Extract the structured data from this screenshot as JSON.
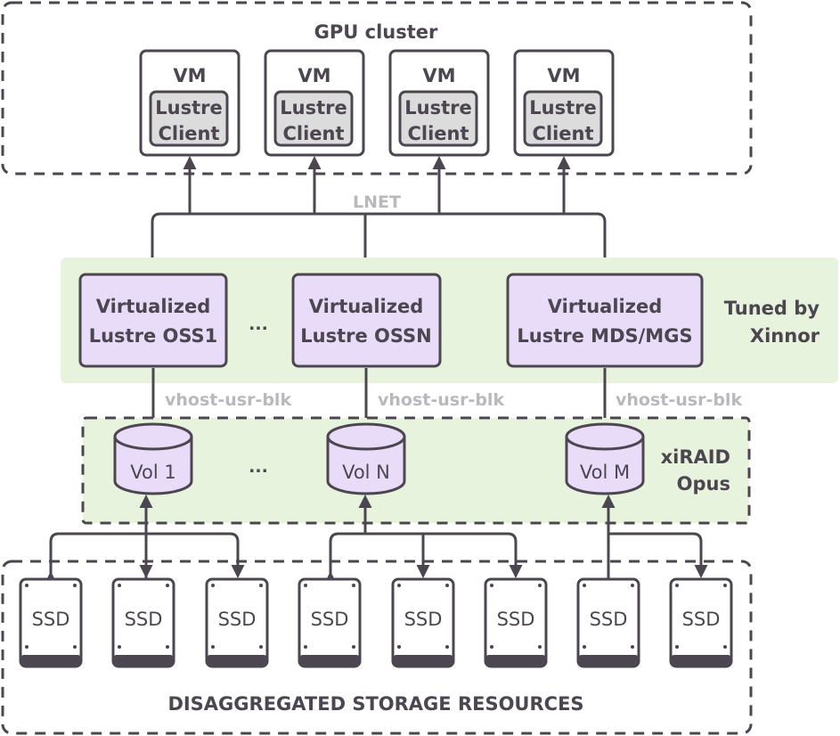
{
  "gpu_cluster": {
    "title": "GPU cluster",
    "vms": [
      {
        "vm_label": "VM",
        "client_line1": "Lustre",
        "client_line2": "Client"
      },
      {
        "vm_label": "VM",
        "client_line1": "Lustre",
        "client_line2": "Client"
      },
      {
        "vm_label": "VM",
        "client_line1": "Lustre",
        "client_line2": "Client"
      },
      {
        "vm_label": "VM",
        "client_line1": "Lustre",
        "client_line2": "Client"
      }
    ]
  },
  "network": {
    "label": "LNET"
  },
  "lustre_layer": {
    "servers": [
      {
        "line1": "Virtualized",
        "line2": "Lustre OSS1"
      },
      {
        "line1": "Virtualized",
        "line2": "Lustre OSSN"
      },
      {
        "line1": "Virtualized",
        "line2": "Lustre MDS/MGS"
      }
    ],
    "ellipsis": "...",
    "tuned_line1": "Tuned by",
    "tuned_line2": "Xinnor"
  },
  "links": {
    "vhost": [
      "vhost-usr-blk",
      "vhost-usr-blk",
      "vhost-usr-blk"
    ]
  },
  "raid_layer": {
    "volumes": [
      "Vol 1",
      "Vol N",
      "Vol M"
    ],
    "ellipsis": "...",
    "label_line1": "xiRAID",
    "label_line2": "Opus"
  },
  "storage": {
    "title": "DISAGGREGATED STORAGE RESOURCES",
    "ssds": [
      "SSD",
      "SSD",
      "SSD",
      "SSD",
      "SSD",
      "SSD",
      "SSD",
      "SSD"
    ]
  },
  "colors": {
    "stroke": "#4b4650",
    "server_fill": "#e8dcf9",
    "client_fill": "#dcdcdc",
    "green_band": "#e8f3dd",
    "grey_text": "#b9b9bd"
  }
}
